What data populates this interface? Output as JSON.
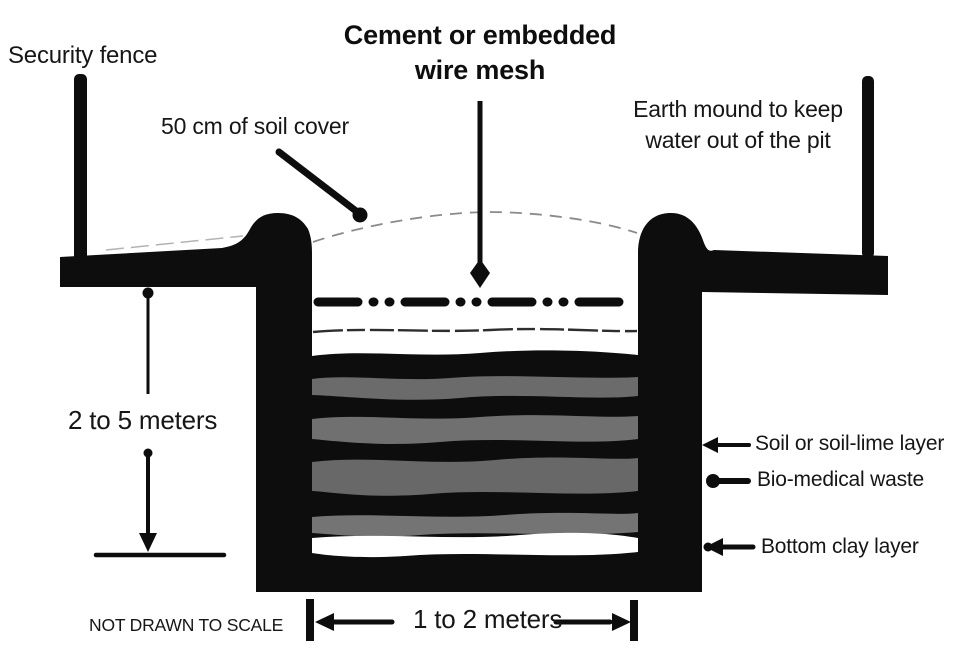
{
  "title": {
    "line1": "Cement or embedded",
    "line2": "wire mesh"
  },
  "labels": {
    "security_fence": "Security fence",
    "earth_mound_line1": "Earth mound to keep",
    "earth_mound_line2": "water out of the pit",
    "soil_cover": "50 cm of soil cover",
    "depth_dimension": "2 to 5 meters",
    "soil_lime_layer": "Soil or soil-lime layer",
    "biomedical_waste": "Bio-medical waste",
    "bottom_clay_layer": "Bottom clay layer",
    "scale_note": "NOT DRAWN TO SCALE",
    "width_dimension": "1 to 2 meters"
  },
  "colors": {
    "ink": "#0d0d0d",
    "waste_layer_gray": "#6b6b6b",
    "clay_layer_white": "#ffffff",
    "mound_dash_gray": "#8a8a8a",
    "background": "#ffffff"
  }
}
